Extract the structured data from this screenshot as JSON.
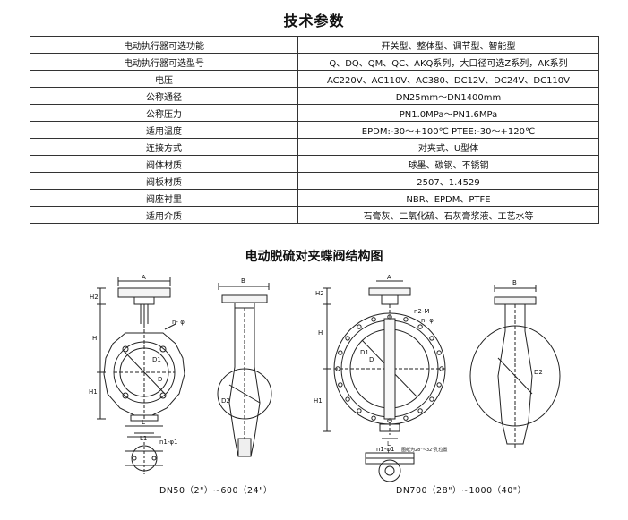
{
  "title": "技术参数",
  "spec_rows": [
    {
      "key": "电动执行器可选功能",
      "value": "开关型、整体型、调节型、智能型"
    },
    {
      "key": "电动执行器可选型号",
      "value": "Q、DQ、QM、QC、AKQ系列，大口径可选Z系列，AK系列"
    },
    {
      "key": "电压",
      "value": "AC220V、AC110V、AC380、DC12V、DC24V、DC110V"
    },
    {
      "key": "公称通径",
      "value": "DN25mm～DN1400mm"
    },
    {
      "key": "公称压力",
      "value": "PN1.0MPa～PN1.6MPa"
    },
    {
      "key": "适用温度",
      "value": "EPDM:-30～+100℃  PTEE:-30～+120℃"
    },
    {
      "key": "连接方式",
      "value": "对夹式、U型体"
    },
    {
      "key": "阀体材质",
      "value": "球墨、碳钢、不锈钢"
    },
    {
      "key": "阀板材质",
      "value": "2507、1.4529"
    },
    {
      "key": "阀座衬里",
      "value": "NBR、EPDM、PTFE"
    },
    {
      "key": "适用介质",
      "value": "石膏灰、二氧化硫、石灰膏浆液、工艺水等"
    }
  ],
  "diagram_title": "电动脱硫对夹蝶阀结构图",
  "captions": {
    "left": "DN50（2\"）~600（24\"）",
    "right": "DN700（28\"）~1000（40\"）"
  },
  "dimension_labels": {
    "A": "A",
    "B": "B",
    "H": "H",
    "H1": "H1",
    "H2": "H2",
    "D": "D",
    "D1": "D1",
    "D2": "D2",
    "L": "L",
    "L1": "L1",
    "n_phi": "n- φ",
    "n2_M": "n2-M",
    "n1_phi1": "n1-φ1",
    "bolt_note": "图纸为28\"~32\"孔位置"
  }
}
